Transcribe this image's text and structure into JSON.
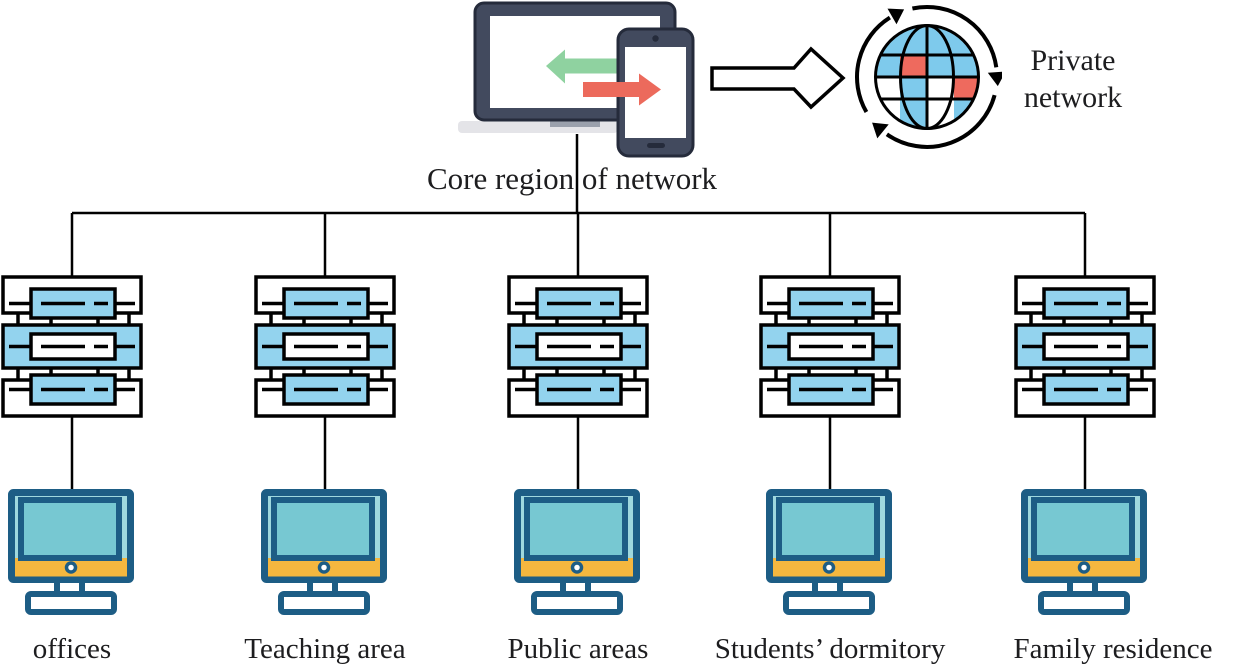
{
  "diagram": {
    "core_label": "Core region of network",
    "private_network_label": "Private network",
    "areas": [
      {
        "label": "offices"
      },
      {
        "label": "Teaching area"
      },
      {
        "label": "Public areas"
      },
      {
        "label": "Students’ dormitory"
      },
      {
        "label": "Family residence"
      }
    ]
  },
  "icons": {
    "core": "laptop-smartphone-transfer-icon",
    "flow": "block-arrow-right-icon",
    "private": "globe-sync-icon",
    "node": "network-switch-stack-icon",
    "terminal": "desktop-computer-icon"
  },
  "colors": {
    "stack_blue": "#93d3ee",
    "device_navy": "#424a5e",
    "device_outline": "#252b3b",
    "arrow_green": "#8fd2a0",
    "arrow_red": "#ec6a5c",
    "laptop_base": "#e4e4e8",
    "hinge_gray": "#9aa0ac",
    "monitor_border": "#1d5d85",
    "monitor_screen": "#9fd8de",
    "monitor_screen_inner": "#77c8d2",
    "monitor_bar": "#f4b73f",
    "globe_blue": "#7ecaec",
    "globe_red": "#ee6a5e",
    "text_black": "#1d1d1f",
    "line_black": "#000000"
  }
}
